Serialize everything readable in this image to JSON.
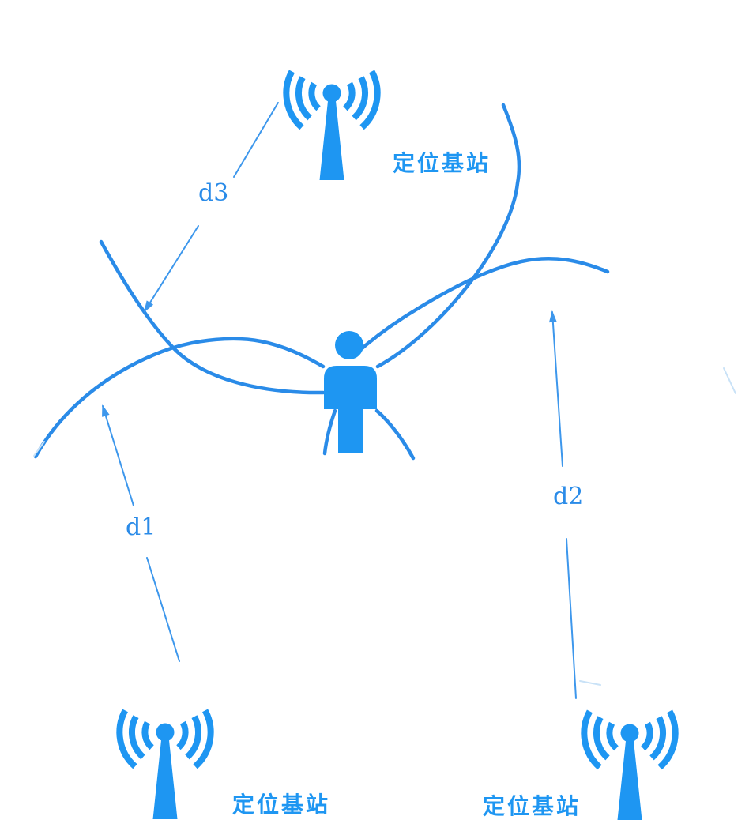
{
  "diagram_type": "trilateration-positioning-schematic",
  "colors": {
    "primary_blue": "#1E96F2",
    "arc_blue": "#2A8BE8",
    "connector_blue": "#3D97EC",
    "faint_blue": "#C9E2F7",
    "background": "#FFFFFF"
  },
  "base_stations": {
    "top": {
      "label": "定位基站",
      "icon": "antenna-icon"
    },
    "bottom_left": {
      "label": "定位基站",
      "icon": "antenna-icon"
    },
    "bottom_right": {
      "label": "定位基站",
      "icon": "antenna-icon"
    }
  },
  "target": {
    "icon": "person-icon"
  },
  "distance_labels": {
    "d1": {
      "label": "d1"
    },
    "d2": {
      "label": "d2"
    },
    "d3": {
      "label": "d3"
    }
  }
}
